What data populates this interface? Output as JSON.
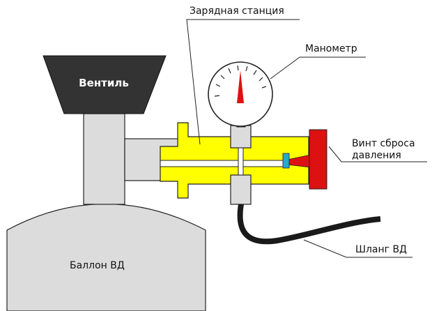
{
  "labels": {
    "charging_station": "Зарядная станция",
    "manometer": "Манометр",
    "valve": "Вентиль",
    "release_screw_line1": "Винт сброса",
    "release_screw_line2": "давления",
    "hose": "Шланг ВД",
    "cylinder": "Баллон ВД"
  },
  "colors": {
    "cylinder_fill": "#dcdcdc",
    "valve_fill": "#333333",
    "station_fill": "#ffff00",
    "release_screw_fill": "#dd1111",
    "connector_fill": "#22aacc",
    "needle_fill": "#dd1111",
    "hose_color": "#1a1a1a",
    "outline": "#222222"
  }
}
